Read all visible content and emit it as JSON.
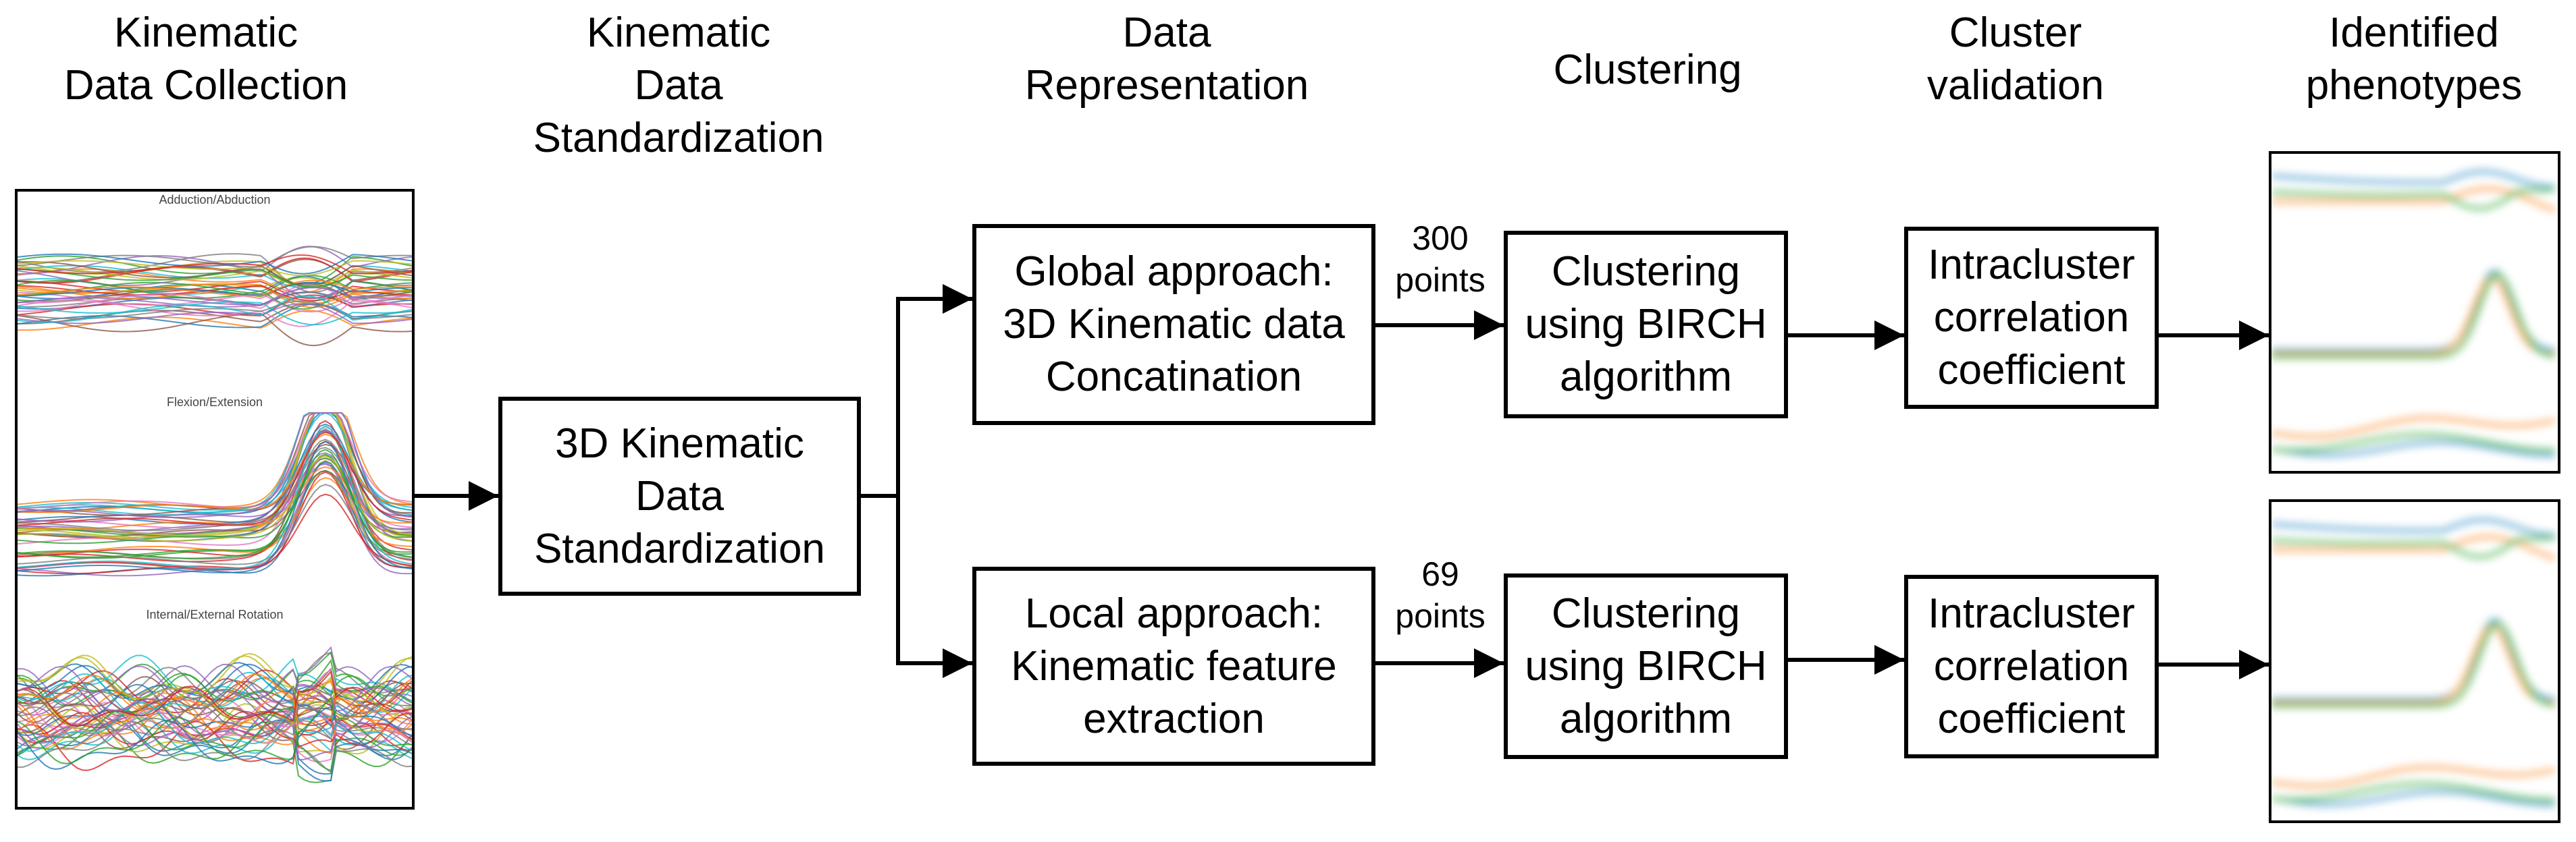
{
  "stages": {
    "collection": "Kinematic\nData Collection",
    "standardization": "Kinematic\nData\nStandardization",
    "representation": "Data\nRepresentation",
    "clustering": "Clustering",
    "validation": "Cluster\nvalidation",
    "phenotypes": "Identified\nphenotypes"
  },
  "input_panel": {
    "plots": [
      "Adduction/Abduction",
      "Flexion/Extension",
      "Internal/External Rotation"
    ]
  },
  "boxes": {
    "standardization": "3D Kinematic\nData\nStandardization",
    "global": "Global approach:\n3D Kinematic data\nConcatination",
    "local": "Local approach:\nKinematic feature\nextraction",
    "clustering_top": "Clustering\nusing BIRCH\nalgorithm",
    "clustering_bottom": "Clustering\nusing BIRCH\nalgorithm",
    "validation_top": "Intracluster\ncorrelation\ncoefficient",
    "validation_bottom": "Intracluster\ncorrelation\ncoefficient"
  },
  "edge_labels": {
    "global_points": "300\npoints",
    "local_points": "69\npoints"
  },
  "colors": {
    "series": [
      "#1f77b4",
      "#ff7f0e",
      "#2ca02c",
      "#d62728",
      "#9467bd",
      "#8c564b",
      "#e377c2",
      "#7f7f7f",
      "#bcbd22",
      "#17becf"
    ],
    "phenotype_series": [
      "#6baed6",
      "#fdae6b",
      "#74c476"
    ]
  }
}
